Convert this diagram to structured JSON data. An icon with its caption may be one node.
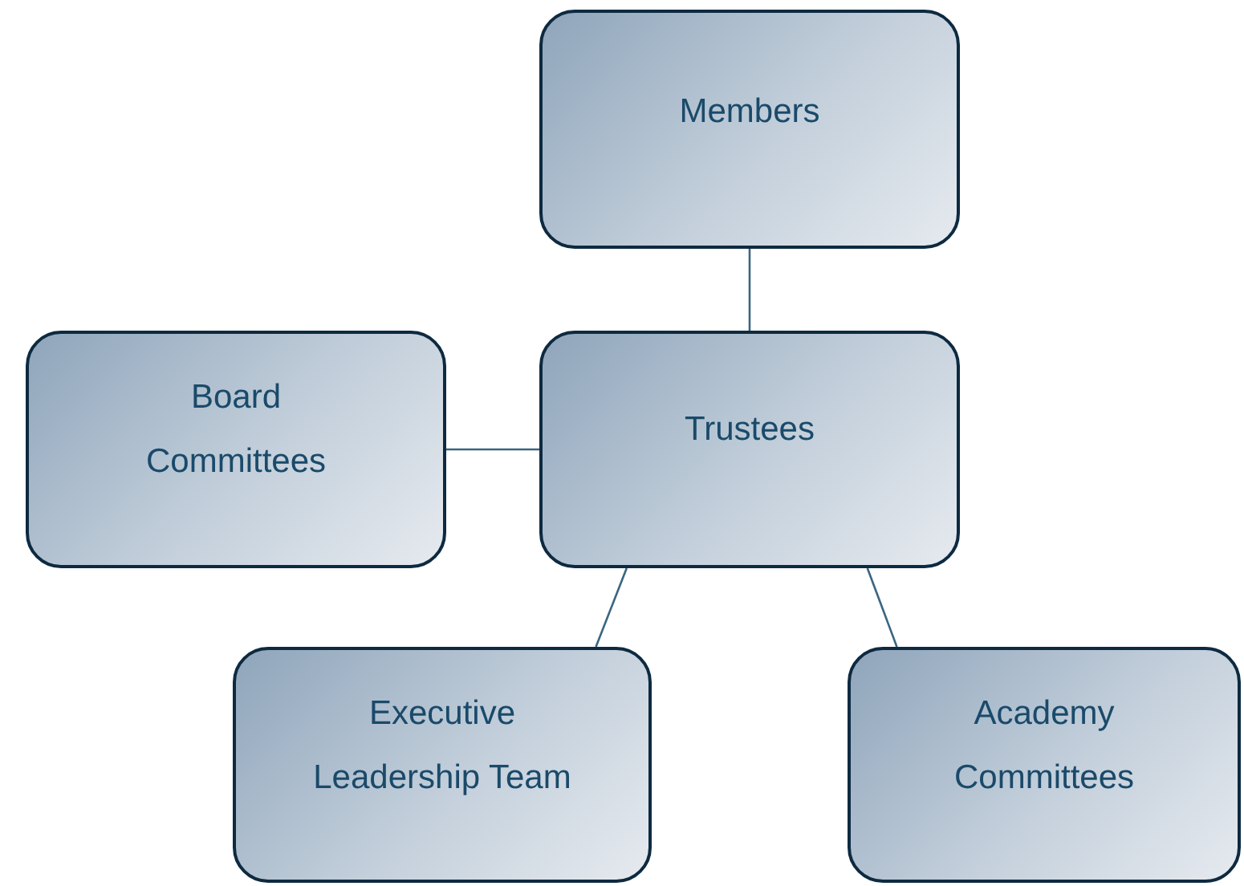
{
  "diagram": {
    "nodes": [
      {
        "text": [
          "Members"
        ]
      },
      {
        "text": [
          "Trustees"
        ]
      },
      {
        "text": [
          "Board Committees"
        ]
      },
      {
        "text": [
          "Executive Leadership Team"
        ]
      },
      {
        "text": [
          "Academy Committees"
        ]
      }
    ],
    "edges": [
      {
        "from": 0,
        "to": 1,
        "arrow": "none"
      },
      {
        "from": 1,
        "to": 2,
        "arrow": "none"
      },
      {
        "from": 1,
        "to": 3,
        "arrow": "none"
      },
      {
        "from": 1,
        "to": 4,
        "arrow": "none"
      }
    ]
  }
}
